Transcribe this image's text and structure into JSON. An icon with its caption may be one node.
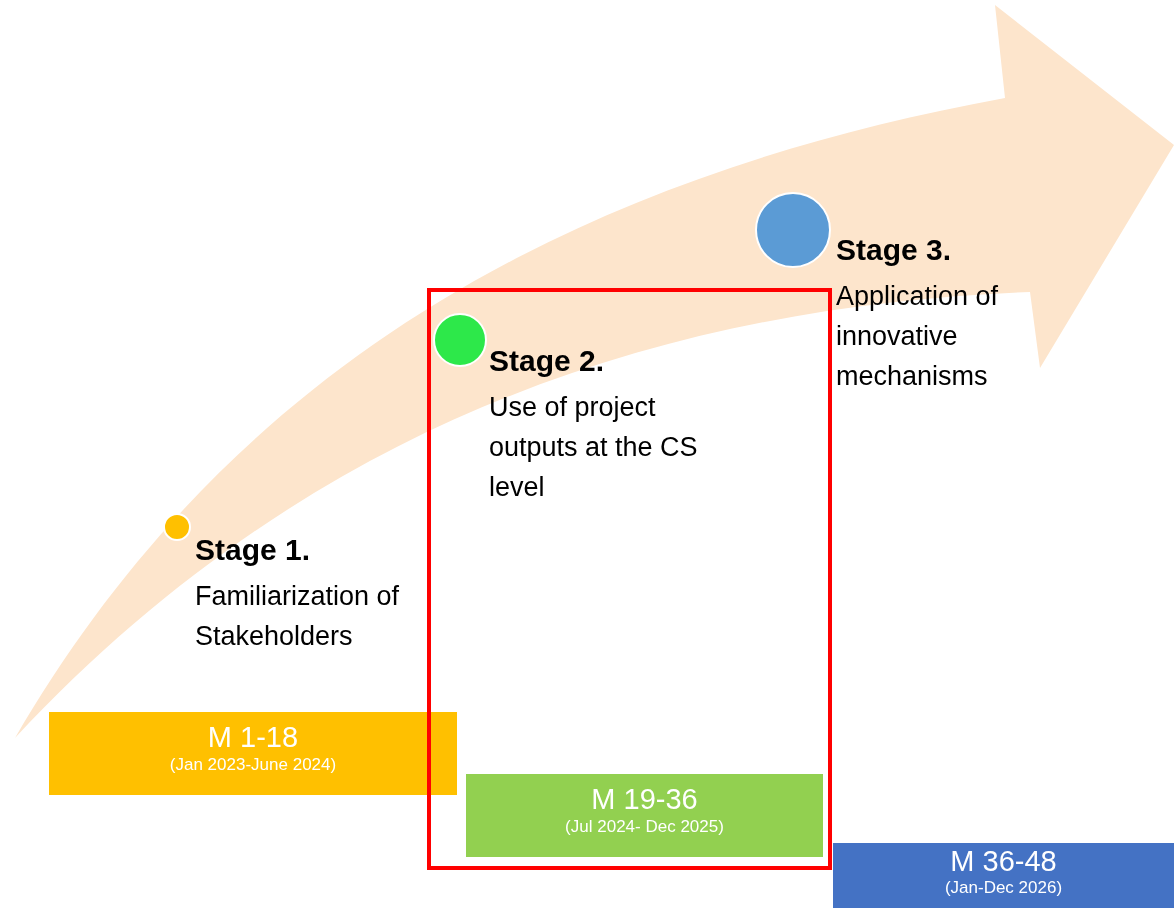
{
  "diagram": {
    "nodes": [
      {
        "text": [],
        "shape": "circle",
        "beside": [
          "Stage 1.",
          "Familiarization of Stakeholders"
        ]
      },
      {
        "text": [
          "M 1-18",
          "(Jan 2023-June 2024)"
        ]
      },
      {
        "text": [],
        "shape": "box"
      },
      {
        "text": [],
        "shape": "circle",
        "in": 2,
        "beside": [
          "Stage 2.",
          "Use of project outputs at the CS level"
        ]
      },
      {
        "text": [
          "M 19-36",
          "(Jul 2024- Dec 2025)"
        ],
        "in": 2
      },
      {
        "text": [],
        "shape": "circle",
        "beside": [
          "Stage 3.",
          "Application of innovative mechanisms"
        ]
      },
      {
        "text": [
          "M 36-48",
          "(Jan-Dec 2026)"
        ]
      }
    ],
    "edges": []
  }
}
